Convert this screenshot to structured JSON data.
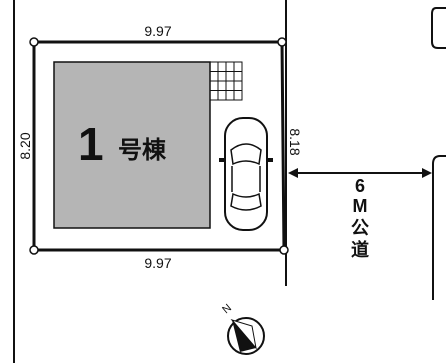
{
  "plot": {
    "dimensions": {
      "top": "9.97",
      "bottom": "9.97",
      "left": "8.20",
      "right": "8.18"
    },
    "building": {
      "number": "1",
      "suffix": "号棟"
    }
  },
  "road": {
    "width": "6",
    "unit": "M",
    "name_char1": "公",
    "name_char2": "道"
  },
  "compass": {
    "north_letter": "N"
  },
  "colors": {
    "line": "#111111",
    "building_fill": "#b5b5b5",
    "plot_fill": "#ffffff"
  }
}
